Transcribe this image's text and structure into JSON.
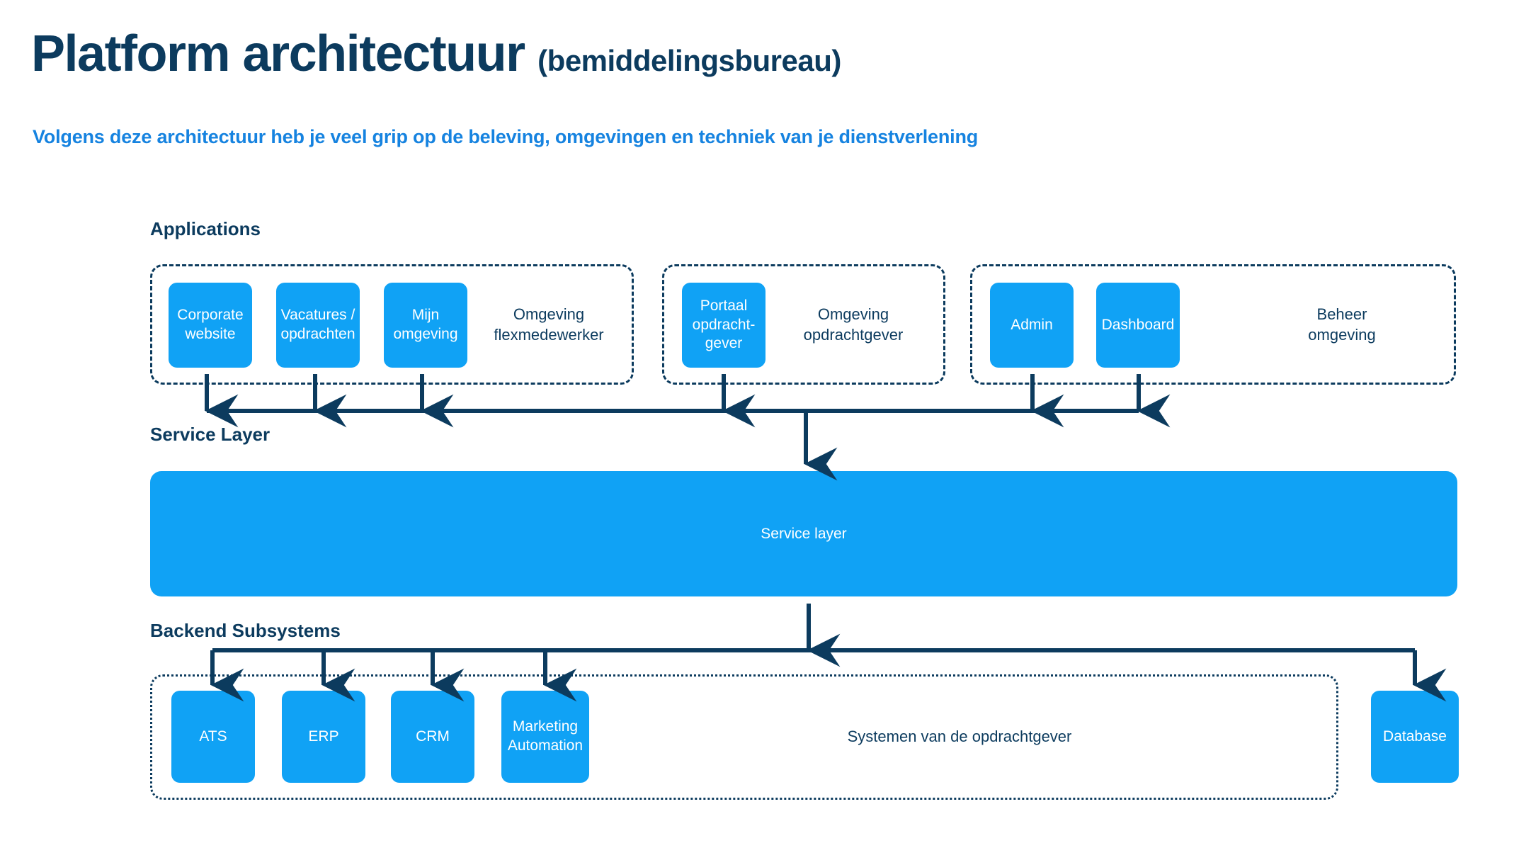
{
  "header": {
    "title_main": "Platform architectuur",
    "title_paren": "(bemiddelingsbureau)",
    "subtitle": "Volgens deze architectuur heb je veel grip op de beleving, omgevingen en techniek van je dienstverlening"
  },
  "colors": {
    "brand_blue": "#10a2f5",
    "navy": "#0c3b5e",
    "subtitle_blue": "#1683e0",
    "background": "#ffffff"
  },
  "sections": {
    "applications_heading": "Applications",
    "service_layer_heading": "Service Layer",
    "backend_heading": "Backend Subsystems"
  },
  "applications": {
    "groups": [
      {
        "caption": "Omgeving\nflexmedewerker",
        "boxes": [
          {
            "label": "Corporate\nwebsite"
          },
          {
            "label": "Vacatures /\nopdrachten"
          },
          {
            "label": "Mijn\nomgeving"
          }
        ]
      },
      {
        "caption": "Omgeving\nopdrachtgever",
        "boxes": [
          {
            "label": "Portaal\nopdracht-\ngever"
          }
        ]
      },
      {
        "caption": "Beheer\nomgeving",
        "boxes": [
          {
            "label": "Admin"
          },
          {
            "label": "Dashboard"
          }
        ]
      }
    ]
  },
  "service_layer": {
    "label": "Service layer"
  },
  "backend": {
    "group_caption": "Systemen van de opdrachtgever",
    "boxes": [
      {
        "label": "ATS"
      },
      {
        "label": "ERP"
      },
      {
        "label": "CRM"
      },
      {
        "label": "Marketing\nAutomation"
      }
    ],
    "external": [
      {
        "label": "Database"
      }
    ]
  }
}
